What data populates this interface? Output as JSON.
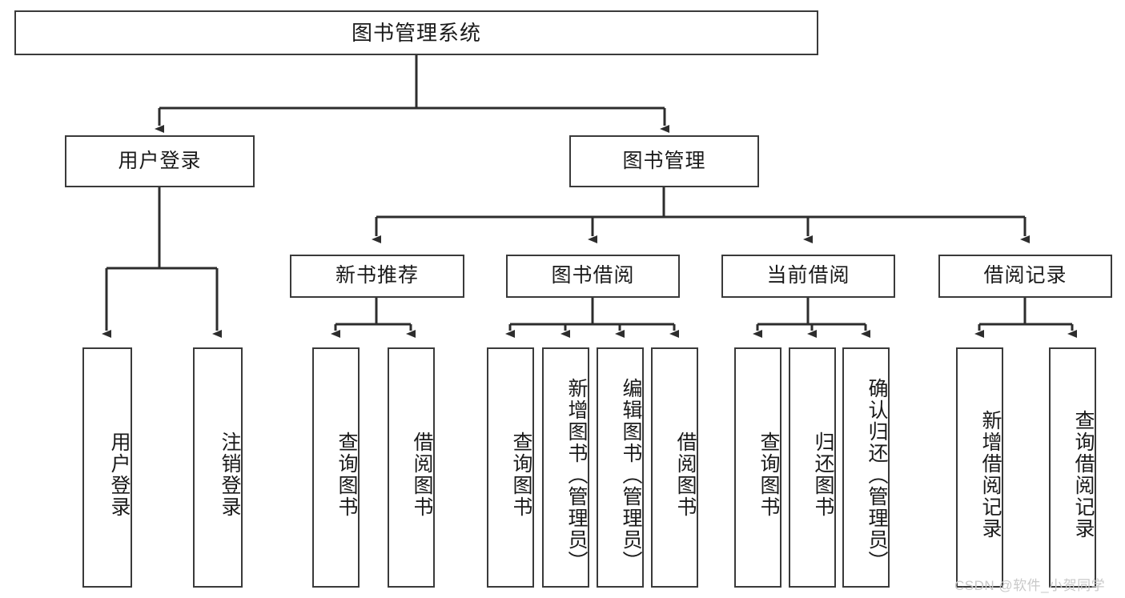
{
  "diagram": {
    "type": "tree-hierarchy",
    "title": "图书管理系统",
    "orientation": "top-down",
    "colors": {
      "box_border": "#3a3a3a",
      "box_fill": "#ffffff",
      "connector": "#2d2d2d",
      "text": "#1a1a1a",
      "watermark": "#c9c9c9"
    },
    "levels": {
      "root": {
        "label": "图书管理系统"
      },
      "level2": [
        {
          "id": "user-login",
          "label": "用户登录"
        },
        {
          "id": "book-manage",
          "label": "图书管理"
        }
      ],
      "level3": [
        {
          "id": "new-book-recommend",
          "label": "新书推荐",
          "parent": "book-manage"
        },
        {
          "id": "book-borrow",
          "label": "图书借阅",
          "parent": "book-manage"
        },
        {
          "id": "current-borrow",
          "label": "当前借阅",
          "parent": "book-manage"
        },
        {
          "id": "borrow-record",
          "label": "借阅记录",
          "parent": "book-manage"
        }
      ],
      "leaves": [
        {
          "id": "leaf-user-login",
          "label": "用户登录",
          "parent": "user-login"
        },
        {
          "id": "leaf-logout",
          "label": "注销登录",
          "parent": "user-login"
        },
        {
          "id": "leaf-query-book-1",
          "label": "查询图书",
          "parent": "new-book-recommend"
        },
        {
          "id": "leaf-borrow-book-1",
          "label": "借阅图书",
          "parent": "new-book-recommend"
        },
        {
          "id": "leaf-query-book-2",
          "label": "查询图书",
          "parent": "book-borrow"
        },
        {
          "id": "leaf-add-book",
          "label": "新增图书（管理员）",
          "parent": "book-borrow"
        },
        {
          "id": "leaf-edit-book",
          "label": "编辑图书（管理员）",
          "parent": "book-borrow"
        },
        {
          "id": "leaf-borrow-book-2",
          "label": "借阅图书",
          "parent": "book-borrow"
        },
        {
          "id": "leaf-query-book-3",
          "label": "查询图书",
          "parent": "current-borrow"
        },
        {
          "id": "leaf-return-book",
          "label": "归还图书",
          "parent": "current-borrow"
        },
        {
          "id": "leaf-confirm-return",
          "label": "确认归还（管理员）",
          "parent": "current-borrow"
        },
        {
          "id": "leaf-add-record",
          "label": "新增借阅记录",
          "parent": "borrow-record"
        },
        {
          "id": "leaf-query-record",
          "label": "查询借阅记录",
          "parent": "borrow-record"
        }
      ]
    },
    "watermark": "CSDN @软件_小贺同学"
  }
}
